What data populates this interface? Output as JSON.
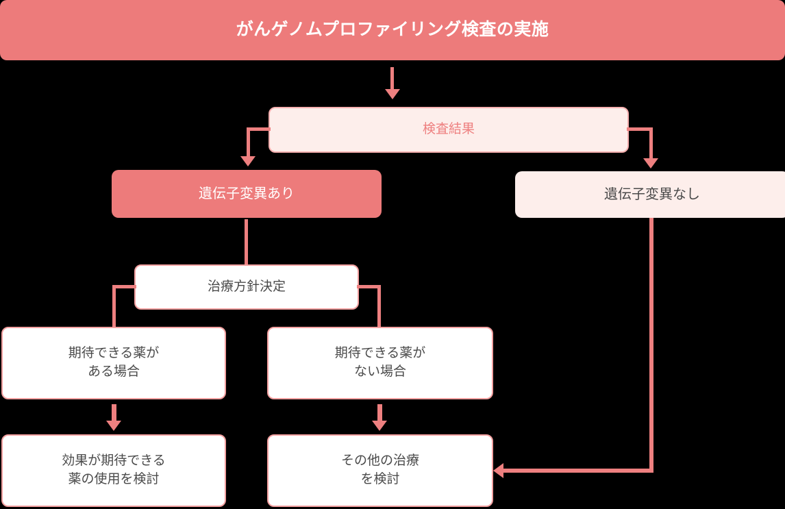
{
  "diagram": {
    "title": "がんゲノムプロファイリング検査の実施",
    "colors": {
      "accent": "#ED7B7B",
      "connector": "#EE8080",
      "tint_fill": "#FDEEEB",
      "tint_border": "#F6AFAF",
      "white_fill": "#FFFFFF",
      "white_border": "#F3A0A0",
      "text_dark": "#4A4A4A",
      "text_light": "#FFFFFF",
      "background": "#000000"
    },
    "nodes": {
      "header": {
        "label": "がんゲノムプロファイリング検査の実施"
      },
      "test_result": {
        "label": "検査結果"
      },
      "mutation_yes": {
        "label": "遺伝子変異あり"
      },
      "mutation_no": {
        "label": "遺伝子変異なし"
      },
      "treatment_policy": {
        "label": "治療方針決定"
      },
      "drug_available": {
        "label": "期待できる薬が\nある場合"
      },
      "drug_unavailable": {
        "label": "期待できる薬が\nない場合"
      },
      "use_effective_drug": {
        "label": "効果が期待できる\n薬の使用を検討"
      },
      "other_treatment": {
        "label": "その他の治療\nを検討"
      }
    },
    "edges": [
      {
        "from": "header",
        "to": "test_result",
        "shape": "straight-down"
      },
      {
        "from": "test_result",
        "to": "mutation_yes",
        "shape": "elbow-left-down"
      },
      {
        "from": "test_result",
        "to": "mutation_no",
        "shape": "elbow-right-down"
      },
      {
        "from": "mutation_yes",
        "to": "treatment_policy",
        "shape": "straight-down"
      },
      {
        "from": "treatment_policy",
        "to": "drug_available",
        "shape": "elbow-left-down"
      },
      {
        "from": "treatment_policy",
        "to": "drug_unavailable",
        "shape": "elbow-right-down"
      },
      {
        "from": "drug_available",
        "to": "use_effective_drug",
        "shape": "straight-down"
      },
      {
        "from": "drug_unavailable",
        "to": "other_treatment",
        "shape": "straight-down"
      },
      {
        "from": "mutation_no",
        "to": "other_treatment",
        "shape": "elbow-down-left"
      }
    ]
  }
}
